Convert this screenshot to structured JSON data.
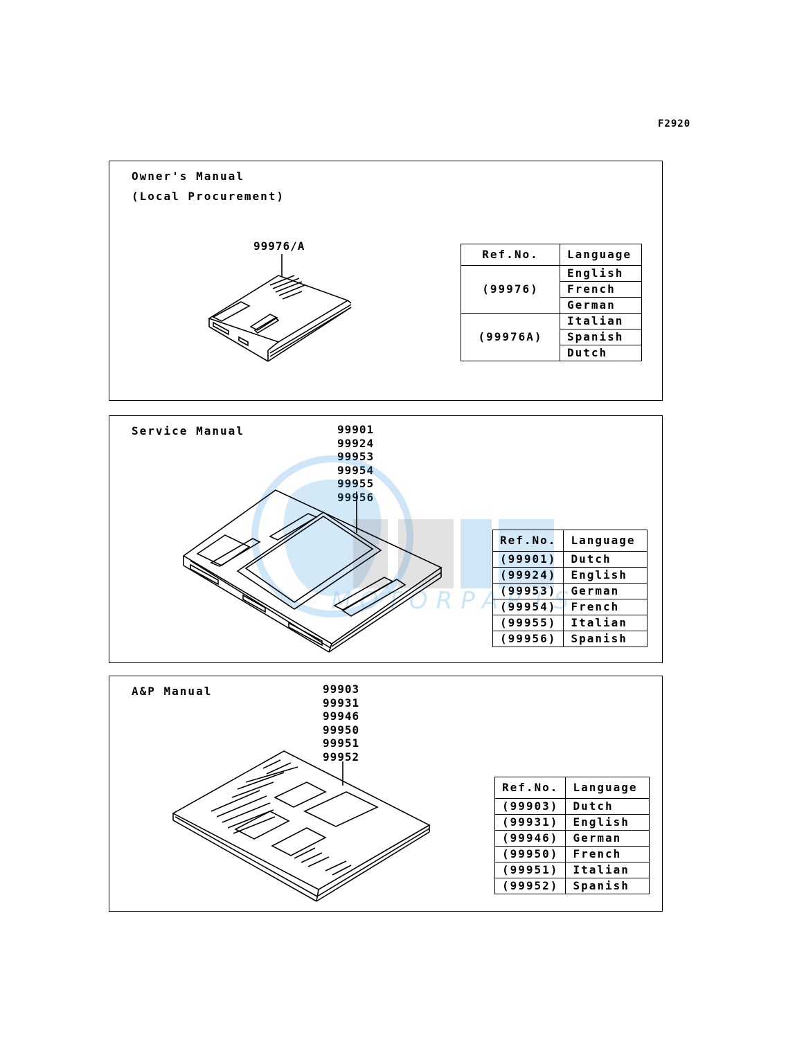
{
  "figure_code": "F2920",
  "owners_panel": {
    "title_line1": "Owner's Manual",
    "title_line2": "(Local Procurement)",
    "callout": "99976/A",
    "table": {
      "headers": [
        "Ref.No.",
        "Language"
      ],
      "groups": [
        {
          "ref": "(99976)",
          "languages": [
            "English",
            "French",
            "German"
          ]
        },
        {
          "ref": "(99976A)",
          "languages": [
            "Italian",
            "Spanish",
            "Dutch"
          ]
        }
      ]
    }
  },
  "service_panel": {
    "title": "Service Manual",
    "callouts": [
      "99901",
      "99924",
      "99953",
      "99954",
      "99955",
      "99956"
    ],
    "table": {
      "headers": [
        "Ref.No.",
        "Language"
      ],
      "rows": [
        {
          "ref": "(99901)",
          "lang": "Dutch"
        },
        {
          "ref": "(99924)",
          "lang": "English"
        },
        {
          "ref": "(99953)",
          "lang": "German"
        },
        {
          "ref": "(99954)",
          "lang": "French"
        },
        {
          "ref": "(99955)",
          "lang": "Italian"
        },
        {
          "ref": "(99956)",
          "lang": "Spanish"
        }
      ]
    }
  },
  "ap_panel": {
    "title": "A&P Manual",
    "callouts": [
      "99903",
      "99931",
      "99946",
      "99950",
      "99951",
      "99952"
    ],
    "table": {
      "headers": [
        "Ref.No.",
        "Language"
      ],
      "rows": [
        {
          "ref": "(99903)",
          "lang": "Dutch"
        },
        {
          "ref": "(99931)",
          "lang": "English"
        },
        {
          "ref": "(99946)",
          "lang": "German"
        },
        {
          "ref": "(99950)",
          "lang": "French"
        },
        {
          "ref": "(99951)",
          "lang": "Italian"
        },
        {
          "ref": "(99952)",
          "lang": "Spanish"
        }
      ]
    }
  },
  "watermark": {
    "brand_text": "MOTORPARTS",
    "color": "#3a9be0"
  }
}
